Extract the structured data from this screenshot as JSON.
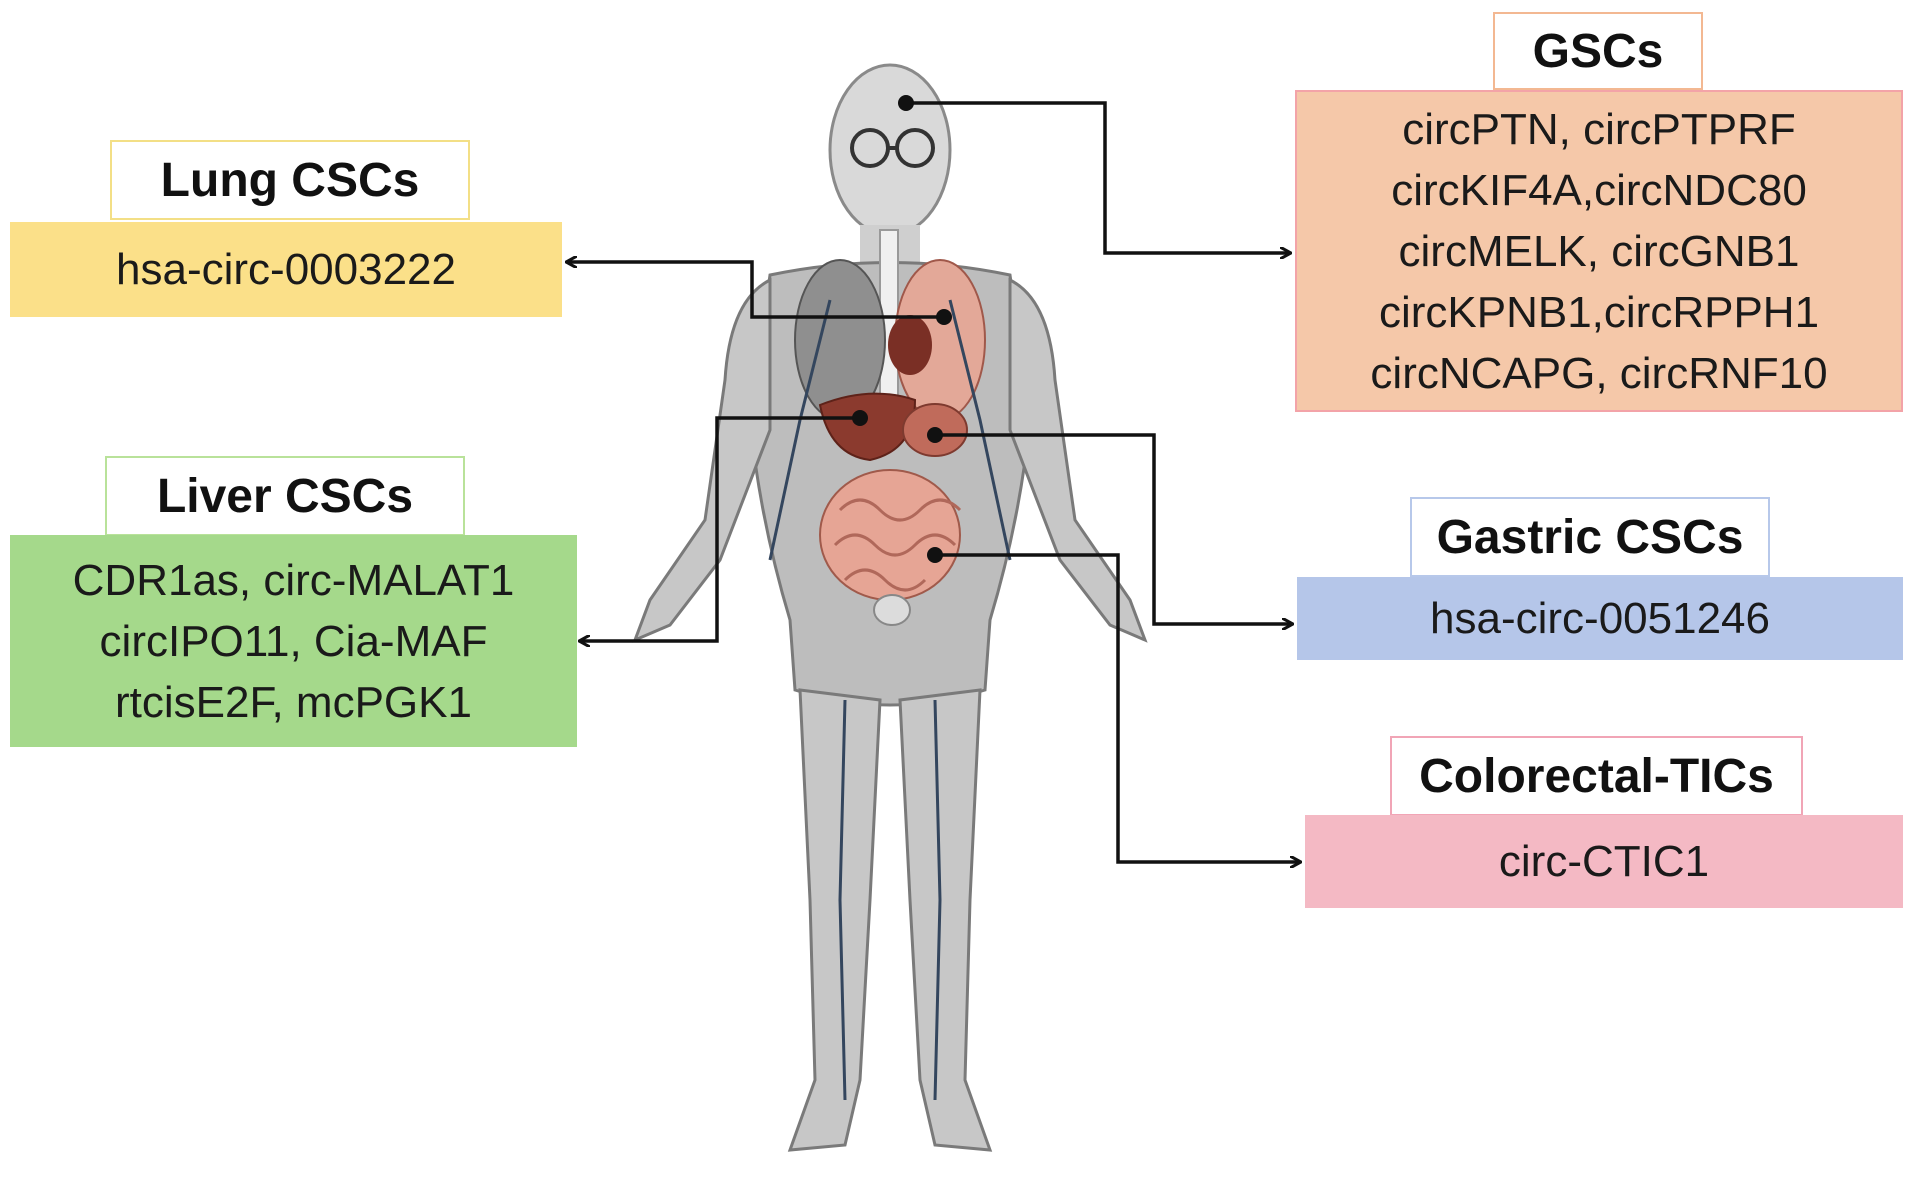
{
  "groups": {
    "lung": {
      "title": "Lung CSCs",
      "items": [
        "hsa-circ-0003222"
      ]
    },
    "liver": {
      "title": "Liver CSCs",
      "items": [
        "CDR1as, circ-MALAT1",
        "circIPO11, Cia-MAF",
        "rtcisE2F, mcPGK1"
      ]
    },
    "gsc": {
      "title": "GSCs",
      "items": [
        "circPTN, circPTPRF",
        "circKIF4A,circNDC80",
        "circMELK, circGNB1",
        "circKPNB1,circRPPH1",
        "circNCAPG, circRNF10"
      ]
    },
    "gastric": {
      "title": "Gastric CSCs",
      "items": [
        "hsa-circ-0051246"
      ]
    },
    "colorectal": {
      "title": "Colorectal-TICs",
      "items": [
        "circ-CTIC1"
      ]
    }
  },
  "colors": {
    "lung": "#fbe089",
    "liver": "#a5d98b",
    "gsc": "#f5c8a9",
    "gastric": "#b5c6e9",
    "colorectal": "#f4b9c4",
    "connector": "#111111"
  }
}
